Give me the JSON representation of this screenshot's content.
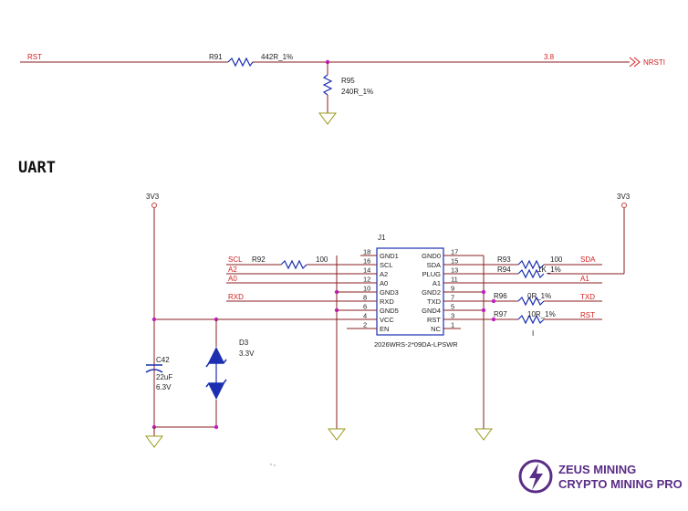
{
  "colors": {
    "wire": "#8b1f1f",
    "net_label": "#d42020",
    "component": "#1b2fb0",
    "text": "#222222",
    "junction": "#c020c0",
    "ground": "#9a9a1a",
    "rail": "#c04040",
    "diode": "#1b2fb0",
    "logo": "#5a2d86"
  },
  "top_section": {
    "net_rst": "RST",
    "r91_ref": "R91",
    "r91_value": "442R_1%",
    "r95_ref": "R95",
    "r95_value": "240R_1%",
    "pin_label": "3.8",
    "net_nrsti": "NRSTI"
  },
  "section_heading": "UART",
  "power": {
    "left_rail": "3V3",
    "right_rail": "3V3"
  },
  "connector": {
    "ref": "J1",
    "part": "2026WRS-2*09DA-LPSWR",
    "left_pins": [
      {
        "num": "18",
        "name": "GND1"
      },
      {
        "num": "16",
        "name": "SCL"
      },
      {
        "num": "14",
        "name": "A2"
      },
      {
        "num": "12",
        "name": "A0"
      },
      {
        "num": "10",
        "name": "GND3"
      },
      {
        "num": "8",
        "name": "RXD"
      },
      {
        "num": "6",
        "name": "GND5"
      },
      {
        "num": "4",
        "name": "VCC"
      },
      {
        "num": "2",
        "name": "EN"
      }
    ],
    "right_pins": [
      {
        "num": "17",
        "name": "GND0"
      },
      {
        "num": "15",
        "name": "SDA"
      },
      {
        "num": "13",
        "name": "PLUG"
      },
      {
        "num": "11",
        "name": "A1"
      },
      {
        "num": "9",
        "name": "GND2"
      },
      {
        "num": "7",
        "name": "TXD"
      },
      {
        "num": "5",
        "name": "GND4"
      },
      {
        "num": "3",
        "name": "RST"
      },
      {
        "num": "1",
        "name": "NC"
      }
    ]
  },
  "left_nets": {
    "scl": "SCL",
    "a2": "A2",
    "a0": "A0",
    "rxd": "RXD"
  },
  "r92": {
    "ref": "R92",
    "value": "100"
  },
  "right_components": {
    "r93_ref": "R93",
    "r93_value": "100",
    "r94_ref": "R94",
    "r94_value": "1K_1%",
    "r96_ref": "R96",
    "r96_value": "0R_1%",
    "r97_ref": "R97",
    "r97_value": "10R_1%",
    "mark": "I"
  },
  "right_nets": {
    "sda": "SDA",
    "a1": "A1",
    "txd": "TXD",
    "rst": "RST"
  },
  "capacitor": {
    "ref": "C42",
    "value": "22uF",
    "voltage": "6.3V"
  },
  "diode": {
    "ref": "D3",
    "value": "3.3V"
  },
  "brand": {
    "name": "ZEUS MINING",
    "tagline": "CRYPTO MINING PRO"
  }
}
